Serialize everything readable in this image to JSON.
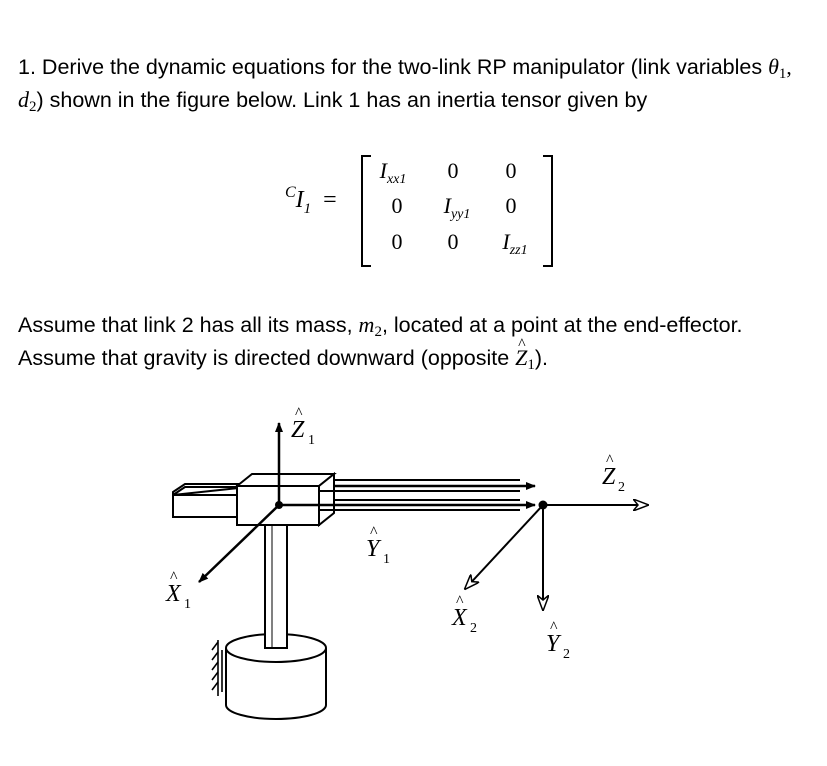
{
  "problem": {
    "number": "1.",
    "text_a": "Derive the dynamic equations for the two-link RP manipulator (link variables ",
    "theta": "θ",
    "sub1": "1",
    "comma": ", ",
    "d": "d",
    "sub2": "2",
    "text_b": ") shown in the figure below. Link 1 has an inertia tensor given by"
  },
  "equation": {
    "lhs_pre": "C",
    "lhs_main": "I",
    "lhs_sub": "1",
    "equals": "=",
    "cells": [
      [
        "I",
        "xx1",
        "0",
        "",
        "0",
        ""
      ],
      [
        "0",
        "",
        "I",
        "yy1",
        "0",
        ""
      ],
      [
        "0",
        "",
        "0",
        "",
        "I",
        "zz1"
      ]
    ]
  },
  "assumption": {
    "text_a": "Assume that link 2 has all its mass, ",
    "m": "m",
    "m_sub": "2",
    "text_b": ",  located at a point at the end-effector. Assume that gravity is directed downward (opposite ",
    "z": "Z",
    "z_sub": "1",
    "text_c": ")."
  },
  "figure": {
    "labels": [
      {
        "main": "Z",
        "sub": "1"
      },
      {
        "main": "Z",
        "sub": "2"
      },
      {
        "main": "Y",
        "sub": "1"
      },
      {
        "main": "X",
        "sub": "1"
      },
      {
        "main": "X",
        "sub": "2"
      },
      {
        "main": "Y",
        "sub": "2"
      }
    ]
  }
}
